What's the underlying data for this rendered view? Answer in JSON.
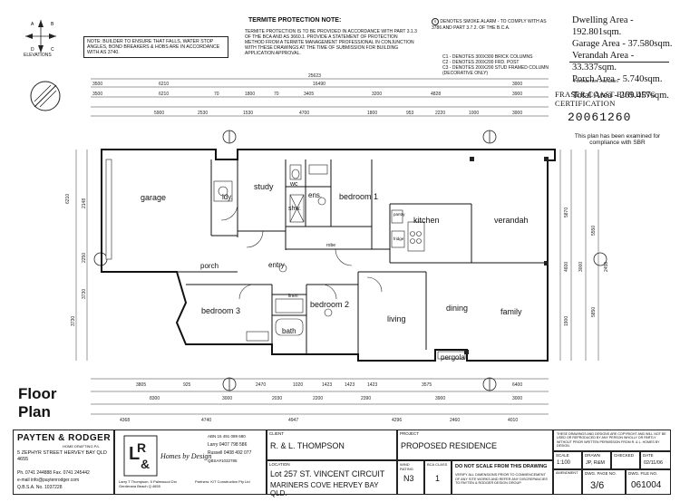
{
  "header": {
    "elevations_label": "ELEVATIONS",
    "builder_note": "NOTE: BUILDER TO ENSURE THAT FALLS, WATER STOP ANGLES, BOND BREAKERS & HOBS ARE IN ACCORDANCE WITH AS 3740.",
    "termite_title": "TERMITE PROTECTION NOTE:",
    "termite_text": "TERMITE PROTECTION IS TO BE PROVIDED IN ACCORDANCE WITH PART 3.1.3 OF THE BCA AND AS 3660.1. PROVIDE A STATEMENT OF PROTECTION METHOD FROM A TERMITE MANAGEMENT PROFESSIONAL IN CONJUNCTION WITH THESE DRAWINGS AT THE TIME OF SUBMISSION FOR BUILDING APPLICATION APPROVAL.",
    "smoke_alarm": "DENOTES SMOKE ALARM - TO COMPLY WITH AS 3786 AND PART 3.7.2. OF THE B.C.A.",
    "columns": [
      "C1 - DENOTES 300x300 BRICK COLUMNS",
      "C2 - DENOTES 200x200 FRD. POST",
      "C3 - DENOTES 200x200 STUD FRAMED COLUMN (DECORATIVE ONLY)"
    ]
  },
  "areas": {
    "dwelling": "Dwelling Area - 192.801sqm.",
    "garage": "Garage Area - 37.580sqm.",
    "verandah": "Verandah Area - 33.337sqm.",
    "porch": "Porch Area - 5.740sqm.",
    "total": "Total Area - 269.457sqm.",
    "perimeter": "PERIMETER = 86.103m"
  },
  "certification": {
    "council": "FRASER COAST BUILDING CERTIFICATION",
    "number": "20061260",
    "note": "This plan has been examined for compliance with SBR"
  },
  "plan_title": "Floor Plan",
  "rooms": {
    "garage": "garage",
    "ldy": "ldy.",
    "study": "study",
    "wc": "wc",
    "ens": "ens.",
    "shw": "shw.",
    "bedroom1": "bedroom 1",
    "kitchen": "kitchen",
    "verandah": "verandah",
    "porch": "porch",
    "entry": "entry",
    "bedroom3": "bedroom 3",
    "bedroom2": "bedroom 2",
    "bath": "bath",
    "living": "living",
    "dining": "dining",
    "family": "family",
    "pergola": "pergola",
    "linen": "linen",
    "robe": "robe",
    "pantry": "pantry",
    "fridge": "fridge"
  },
  "dimensions": {
    "top_overall": "25623",
    "top_row1": [
      "3500",
      "6210",
      "16490",
      "3900"
    ],
    "top_row2": [
      "3500",
      "6210",
      "70",
      "1800",
      "70",
      "3405",
      "3200",
      "4828",
      "3900"
    ],
    "top_row3": [
      "5900",
      "2530",
      "1530",
      "4700",
      "1800",
      "953",
      "2220",
      "1000",
      "3900"
    ],
    "bottom_row1": [
      "3805",
      "925",
      "2470",
      "1020",
      "1423",
      "1423",
      "1423",
      "3575",
      "6400"
    ],
    "bottom_row2": [
      "8300",
      "3000",
      "2030",
      "2200",
      "2390",
      "3900",
      "3000"
    ],
    "bottom_row3": [
      "4368",
      "4740",
      "4947",
      "4296",
      "2460",
      "4010"
    ],
    "left": [
      "6210",
      "2148",
      "2250",
      "3730",
      "3730"
    ],
    "right": [
      "5870",
      "4600",
      "1900",
      "3000",
      "5550",
      "5850",
      "2450"
    ]
  },
  "title_block": {
    "company": "PAYTEN & RODGER",
    "company_sub": "HOME DRAFTING P/L",
    "company_address": "5 ZEPHYR STREET HERVEY BAY QLD 4655",
    "company_phone": "Ph. 0741 244888   Fax. 0741 245442",
    "company_email": "e-mail info@paytenrodger.com",
    "company_qbsa": "Q.B.S.A. No. 1037228",
    "logo_text": "Homes by Design",
    "abn": "ABN 15 491 089 680",
    "contact1": "Larry 0407 798 586",
    "contact2": "Russell 0408 492 077",
    "qbsa2": "QBSA#1032785",
    "builder_address": "Larry T Thompson, 5 Palmwood Drv Gerderana Beach Q 4655",
    "builder_partners": "Partners: K/T Construction Pty Ltd",
    "client_label": "CLIENT",
    "client": "R. & L. THOMPSON",
    "location_label": "LOCATION",
    "location1": "Lot 257 ST. VINCENT CIRCUIT",
    "location2": "MARINERS COVE      HERVEY BAY     QLD.",
    "project_label": "PROJECT",
    "project": "PROPOSED RESIDENCE",
    "wind_label": "WIND RATING",
    "wind": "N3",
    "bca_label": "BCA CLASS",
    "bca": "1",
    "scale_note": "DO NOT SCALE FROM THIS DRAWING",
    "verify_note": "VERIFY ALL DIMENSIONS PRIOR TO COMMENCEMENT OF ANY SITE WORKS AND REFER ANY DISCREPANCIES TO PAYTEN & RODGER DESIGN GROUP.",
    "copyright": "THESE DRAWINGS AND DESIGNS ARE COPYRIGHT AND WILL NOT BE USED OR REPRODUCED BY ANY PERSON WHOLLY OR PARTLY WITHOUT PRIOR WRITTEN PERMISSION FROM R. & L. HOMES BY DESIGN.",
    "scale_label": "SCALE",
    "scale": "1:100",
    "drawn_label": "DRAWN",
    "drawn": "JP, R&M",
    "checked_label": "CHECKED",
    "checked": "",
    "date_label": "DATE",
    "date": "02/11/06",
    "amendment_label": "AMENDMENT",
    "dwg_page_label": "DWG. PAGE No.",
    "dwg_page": "3/6",
    "dwg_file_label": "DWG. FILE No.",
    "dwg_file": "061004"
  }
}
